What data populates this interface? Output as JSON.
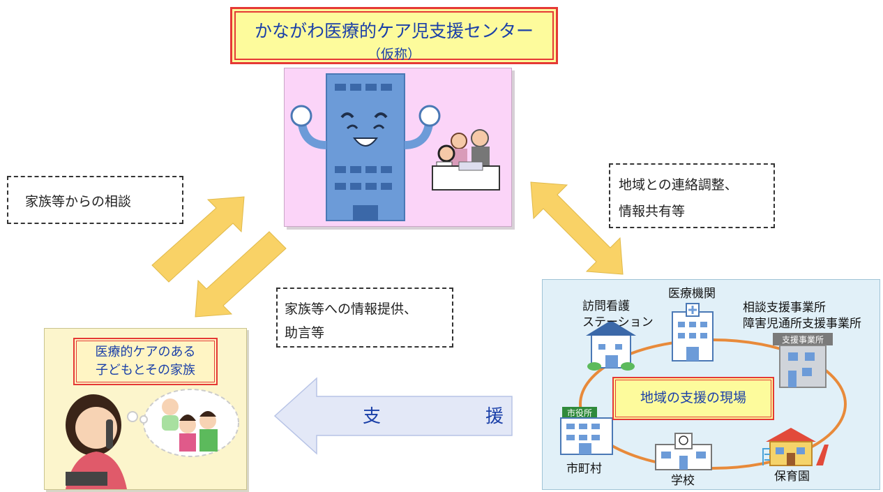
{
  "title": {
    "main": "かながわ医療的ケア児支援センター",
    "sub": "（仮称）"
  },
  "consult_box": "家族等からの相談",
  "info_box": {
    "line1": "家族等への情報提供、",
    "line2": "助言等"
  },
  "region_box": {
    "line1": "地域との連絡調整、",
    "line2": "情報共有等"
  },
  "family_label": {
    "line1": "医療的ケアのある",
    "line2": "子どもとその家族"
  },
  "support_arrow_text": "支　援",
  "community": {
    "center_label": "地域の支援の現場",
    "visiting_nurse": {
      "line1": "訪問看護",
      "line2": "ステーション"
    },
    "medical": "医療機関",
    "consult_office": {
      "line1": "相談支援事業所",
      "line2": "障害児通所支援事業所"
    },
    "office_sign": "支援事業所",
    "city_hall_sign": "市役所",
    "municipality": "市町村",
    "school": "学校",
    "nursery": "保育園"
  },
  "colors": {
    "arrow": "#f9d266",
    "support_arrow": "#e3e8f7",
    "title_text": "#1a3fa8",
    "frame_red": "#e53935"
  }
}
